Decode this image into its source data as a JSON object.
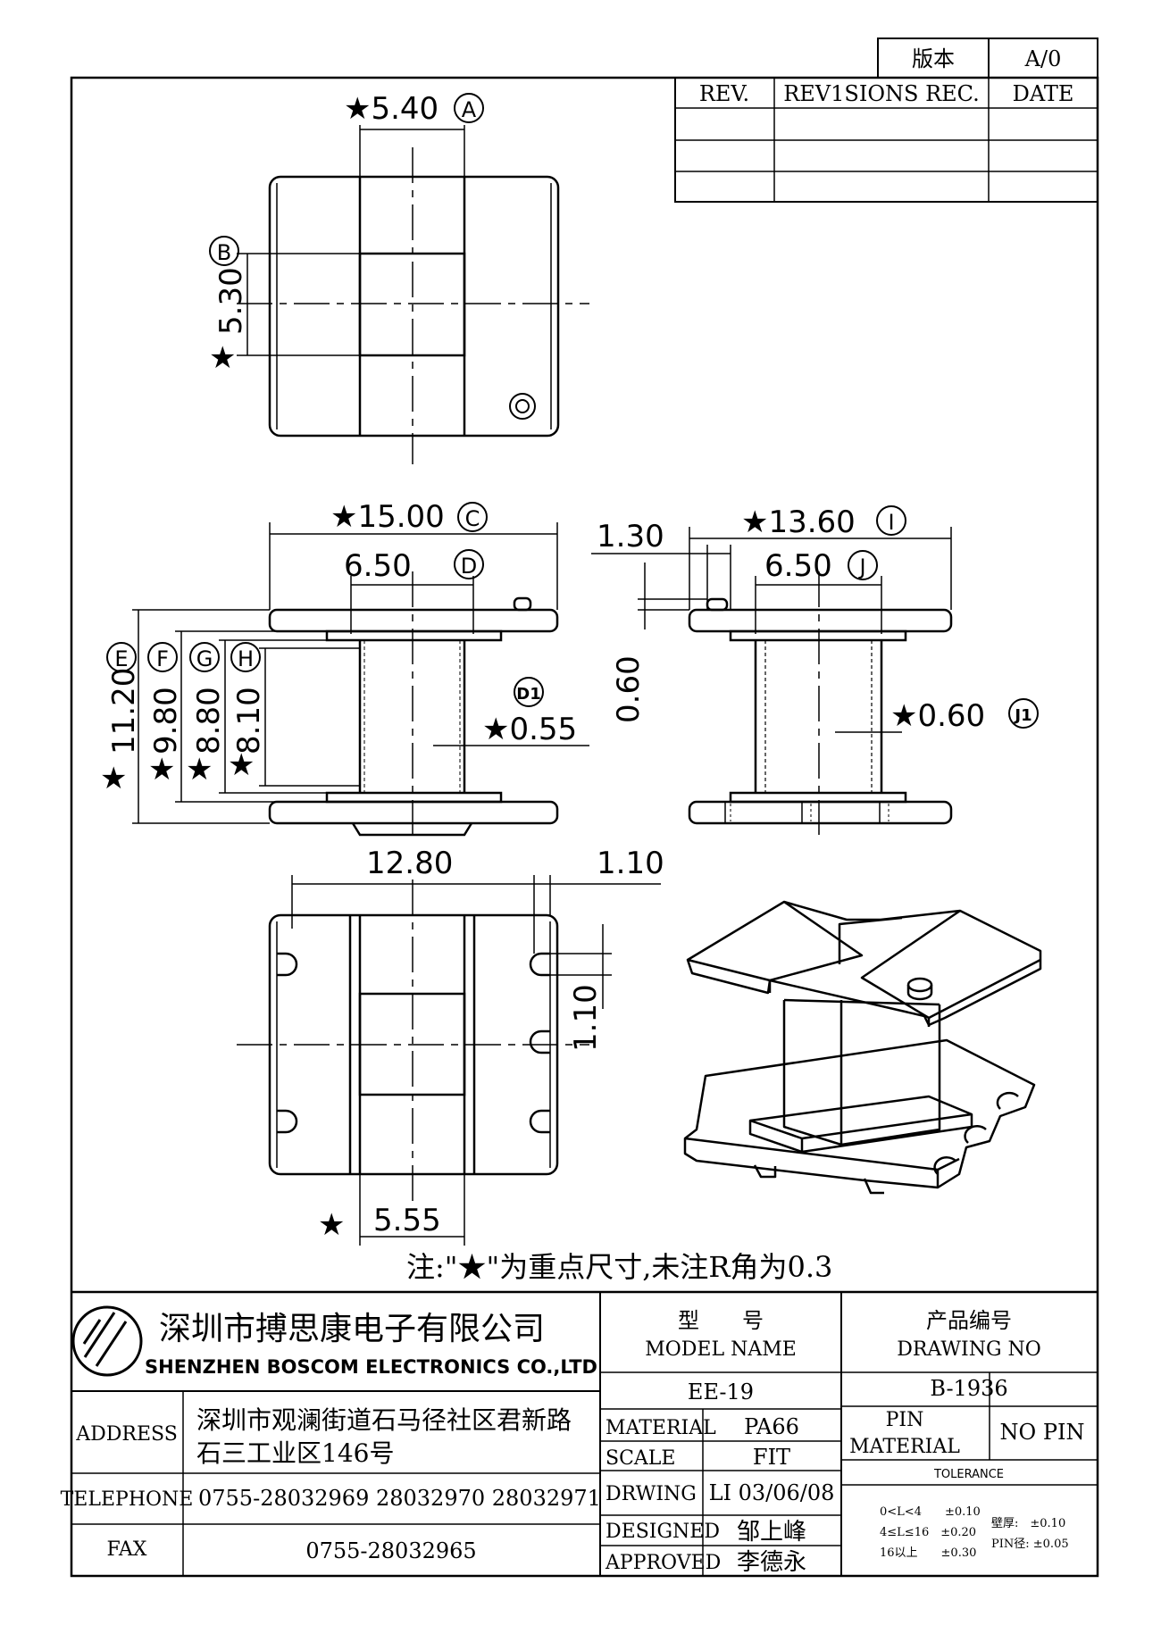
{
  "version_box": {
    "label": "版本",
    "value": "A/0"
  },
  "revisions": {
    "col_rev": "REV.",
    "col_rec": "REV1SIONS REC.",
    "col_date": "DATE"
  },
  "dims": {
    "a": "★5.40",
    "a_tag": "A",
    "b": "5.30",
    "b_tag": "B",
    "b_star": "★",
    "c": "★15.00",
    "c_tag": "C",
    "d": "6.50",
    "d_tag": "D",
    "e": "11.20",
    "e_tag": "E",
    "f": "9.80",
    "f_tag": "F",
    "g": "8.80",
    "g_tag": "G",
    "h": "8.10",
    "h_tag": "H",
    "d1": "★0.55",
    "d1_tag": "D1",
    "i": "★13.60",
    "i_tag": "I",
    "j": "6.50",
    "j_tag": "J",
    "j1": "★0.60",
    "j1_tag": "J1",
    "p130": "1.30",
    "p060": "0.60",
    "p1280": "12.80",
    "p110a": "1.10",
    "p110b": "1.10",
    "p555": "5.55",
    "star": "★"
  },
  "note": "注:\"★\"为重点尺寸,未注R角为0.3",
  "company": {
    "cn": "深圳市搏思康电子有限公司",
    "en": "SHENZHEN BOSCOM ELECTRONICS CO.,LTD"
  },
  "address": {
    "label": "ADDRESS",
    "line1": "深圳市观澜街道石马径社区君新路",
    "line2": "石三工业区146号"
  },
  "telephone": {
    "label": "TELEPHONE",
    "value": "0755-28032969 28032970 28032971"
  },
  "fax": {
    "label": "FAX",
    "value": "0755-28032965"
  },
  "model": {
    "label_cn": "型　　号",
    "label_en": "MODEL NAME",
    "value": "EE-19"
  },
  "drawing": {
    "label_cn": "产品编号",
    "label_en": "DRAWING NO",
    "value": "B-1936"
  },
  "material": {
    "label": "MATERIAL",
    "value": "PA66"
  },
  "scale": {
    "label": "SCALE",
    "value": "FIT"
  },
  "drwing": {
    "label": "DRWING",
    "value": "LI 03/06/08"
  },
  "designed": {
    "label": "DESIGNED",
    "value": "邹上峰"
  },
  "approved": {
    "label": "APPROVED",
    "value": "李德永"
  },
  "pin_material": {
    "label1": "PIN",
    "label2": "MATERIAL",
    "value": "NO PIN"
  },
  "tolerance": {
    "title": "TOLERANCE",
    "r1": "0<L<4　　±0.10",
    "r2": "4≤L≤16　±0.20",
    "r3": "16以上　　±0.30",
    "wall": "壁厚:　±0.10",
    "pin": "PIN径: ±0.05"
  }
}
